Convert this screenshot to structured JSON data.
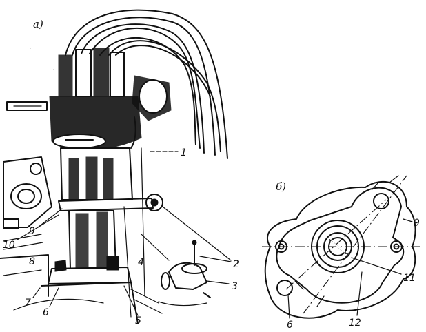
{
  "panels": {
    "a": {
      "label": "а)"
    },
    "b": {
      "label": "б)"
    }
  },
  "callouts_a": [
    "1",
    "2",
    "3",
    "4",
    "5",
    "6",
    "7",
    "8",
    "9",
    "10"
  ],
  "callouts_b": [
    "9",
    "11",
    "6",
    "12"
  ],
  "colors": {
    "ink": "#111111",
    "paper": "#ffffff"
  }
}
